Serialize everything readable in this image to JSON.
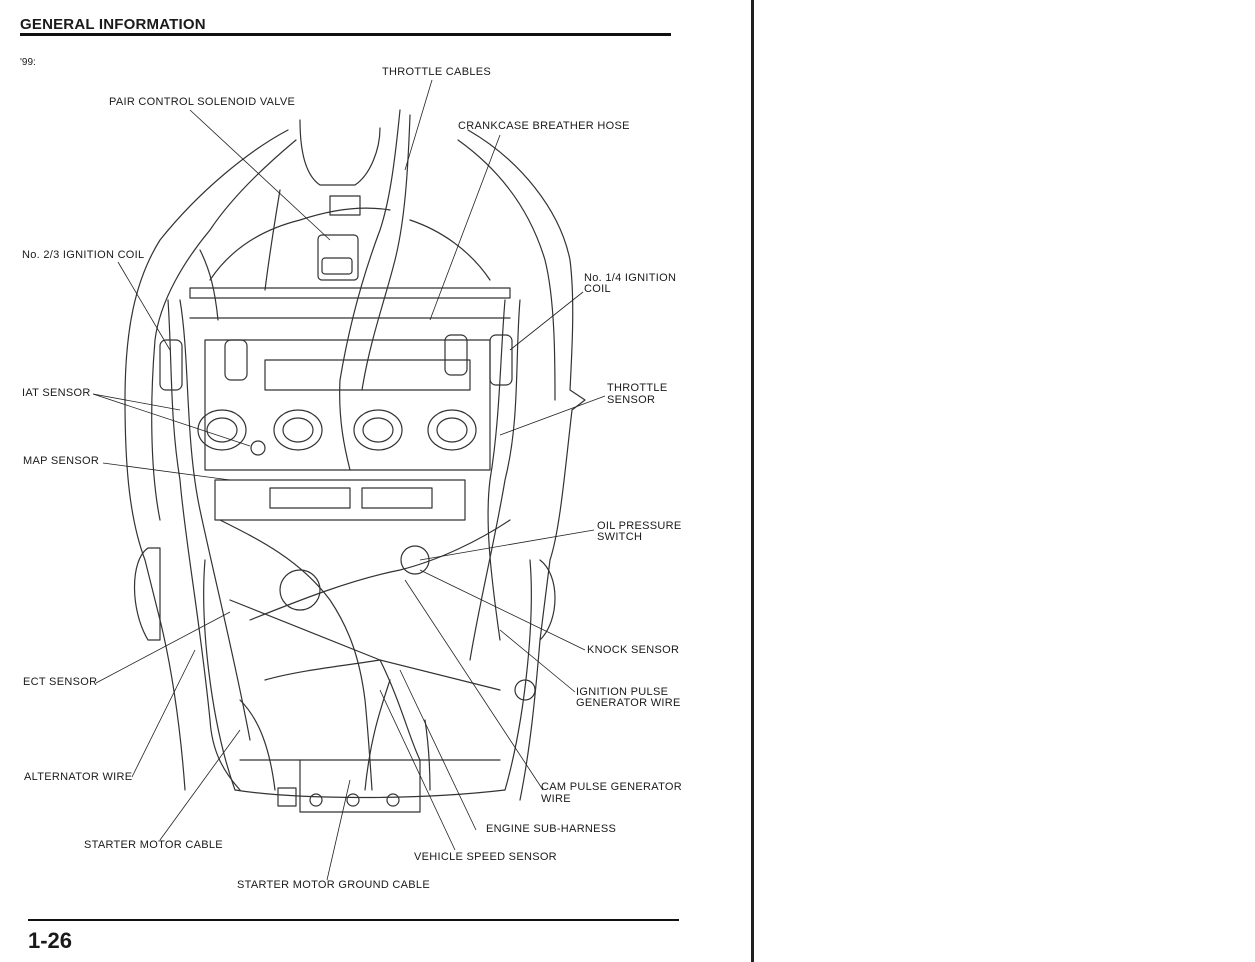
{
  "header": {
    "title": "GENERAL INFORMATION"
  },
  "model_year": "'99:",
  "page_number": "1-26",
  "labels": {
    "throttle_cables": "THROTTLE CABLES",
    "pair_control_solenoid_valve": "PAIR CONTROL SOLENOID VALVE",
    "crankcase_breather_hose": "CRANKCASE BREATHER HOSE",
    "ignition_coil_23": "No. 2/3 IGNITION COIL",
    "ignition_coil_14_line1": "No. 1/4 IGNITION",
    "ignition_coil_14_line2": "COIL",
    "iat_sensor": "IAT SENSOR",
    "throttle_sensor_line1": "THROTTLE",
    "throttle_sensor_line2": "SENSOR",
    "map_sensor": "MAP SENSOR",
    "oil_pressure_switch_line1": "OIL PRESSURE",
    "oil_pressure_switch_line2": "SWITCH",
    "knock_sensor": "KNOCK SENSOR",
    "ect_sensor": "ECT SENSOR",
    "ignition_pulse_generator_line1": "IGNITION PULSE",
    "ignition_pulse_generator_line2": "GENERATOR WIRE",
    "alternator_wire": "ALTERNATOR WIRE",
    "cam_pulse_generator_line1": "CAM PULSE GENERATOR",
    "cam_pulse_generator_line2": "WIRE",
    "engine_sub_harness": "ENGINE SUB-HARNESS",
    "starter_motor_cable": "STARTER MOTOR CABLE",
    "vehicle_speed_sensor": "VEHICLE SPEED SENSOR",
    "starter_motor_ground_cable": "STARTER MOTOR GROUND CABLE"
  }
}
